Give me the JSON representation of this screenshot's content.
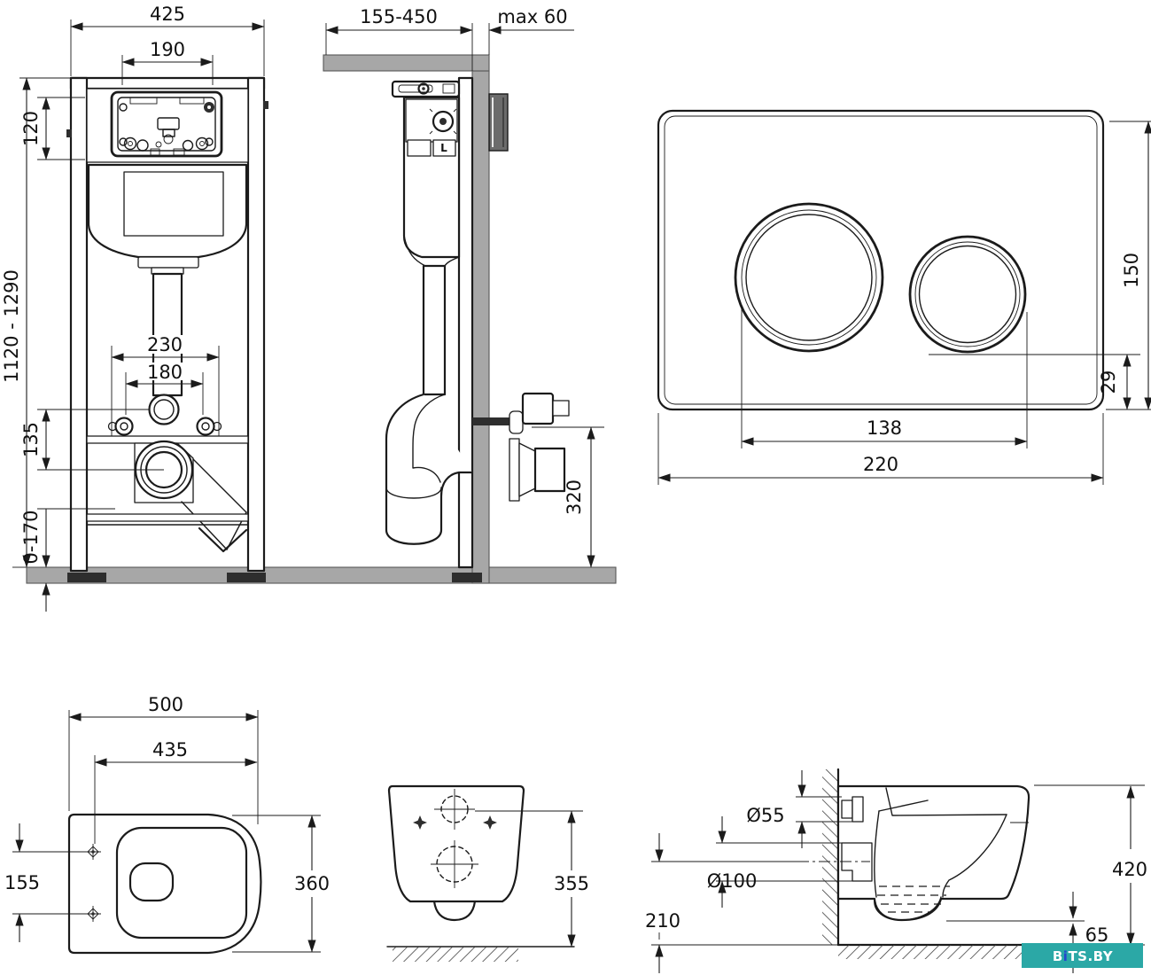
{
  "colors": {
    "teal": "#2ba8a6",
    "blue": "#2446cf",
    "gray": "#a7a7a7",
    "line": "#1b1b1b"
  },
  "watermark": {
    "part1": "B",
    "part2": "i",
    "part3": "TS.BY"
  },
  "views": {
    "frame_front": {
      "dims": {
        "width": "425",
        "opening_width": "190",
        "panel_height": "120",
        "height_range": "1120 - 1290",
        "fixing_outer": "230",
        "fixing_inner": "180",
        "drain_offset": "135",
        "foot_adjust": "0-170"
      }
    },
    "frame_side": {
      "dims": {
        "depth_range": "155-450",
        "wall_max": "max 60",
        "outlet_height": "320"
      },
      "labels": {
        "valve": "L"
      }
    },
    "flush_plate": {
      "dims": {
        "height": "150",
        "edge_offset": "29",
        "button_span": "138",
        "width": "220"
      }
    },
    "bowl_top": {
      "dims": {
        "depth": "500",
        "hole_depth": "435",
        "hole_span": "155",
        "width": "360"
      }
    },
    "bowl_rear": {
      "dims": {
        "height": "355"
      }
    },
    "bowl_side": {
      "dims": {
        "flush_connector": "Ø55",
        "drain_connector": "Ø100",
        "drain_height": "210",
        "total_height": "420",
        "lip_drop": "65"
      }
    }
  }
}
